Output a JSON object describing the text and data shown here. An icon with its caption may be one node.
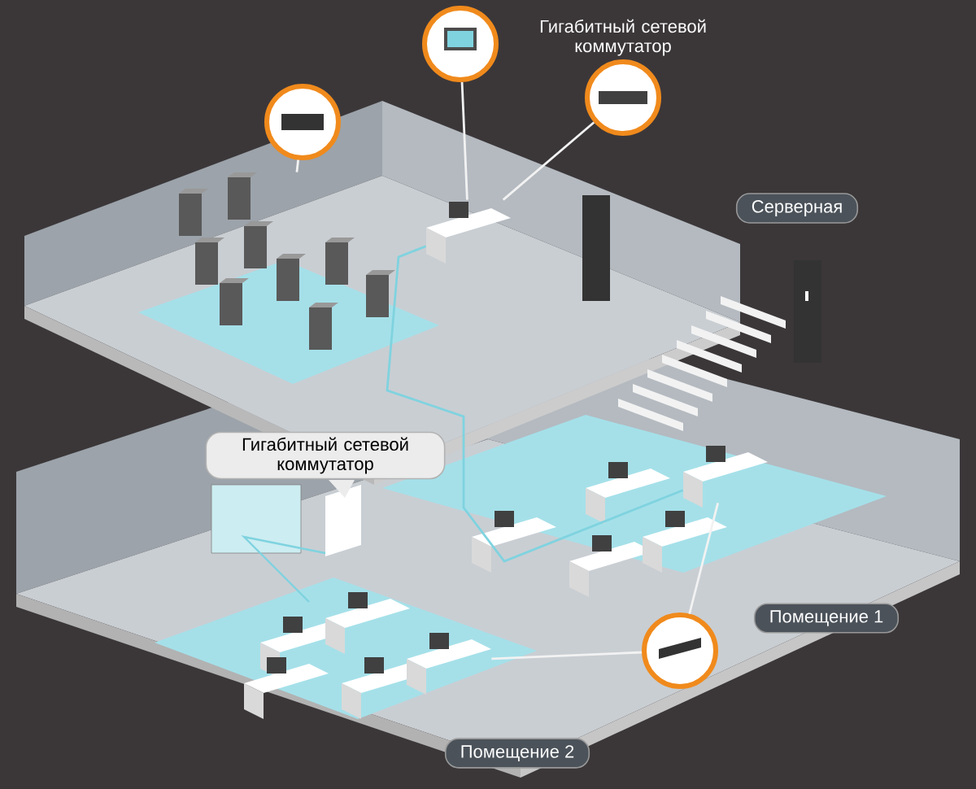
{
  "diagram": {
    "nodes": [
      {
        "text": [],
        "shape": "picture"
      },
      {
        "text": [],
        "shape": "picture"
      },
      {
        "text": [
          "Гигабитный сетевой коммутатор"
        ]
      },
      {
        "text": [
          "Гигабитный сетевой коммутатор"
        ]
      },
      {
        "text": [
          "Серверная"
        ]
      },
      {
        "text": [
          "Помещение 1"
        ]
      },
      {
        "text": [
          "Помещение 2"
        ]
      },
      {
        "text": [],
        "shape": "picture"
      },
      {
        "text": [],
        "shape": "picture"
      },
      {
        "text": [],
        "shape": "picture"
      },
      {
        "text": [],
        "shape": "picture"
      },
      {
        "text": [],
        "shape": "picture"
      }
    ],
    "edges": [
      {
        "from": 0,
        "to": 11,
        "arrow": "none"
      },
      {
        "from": 1,
        "to": 8,
        "arrow": "none"
      },
      {
        "from": 2,
        "to": 8,
        "arrow": "none"
      },
      {
        "from": 7,
        "to": 9,
        "arrow": "none"
      },
      {
        "from": 7,
        "to": 10,
        "arrow": "none"
      },
      {
        "from": 8,
        "to": 9,
        "arrow": "none",
        "color": "#7fd3df"
      }
    ]
  }
}
